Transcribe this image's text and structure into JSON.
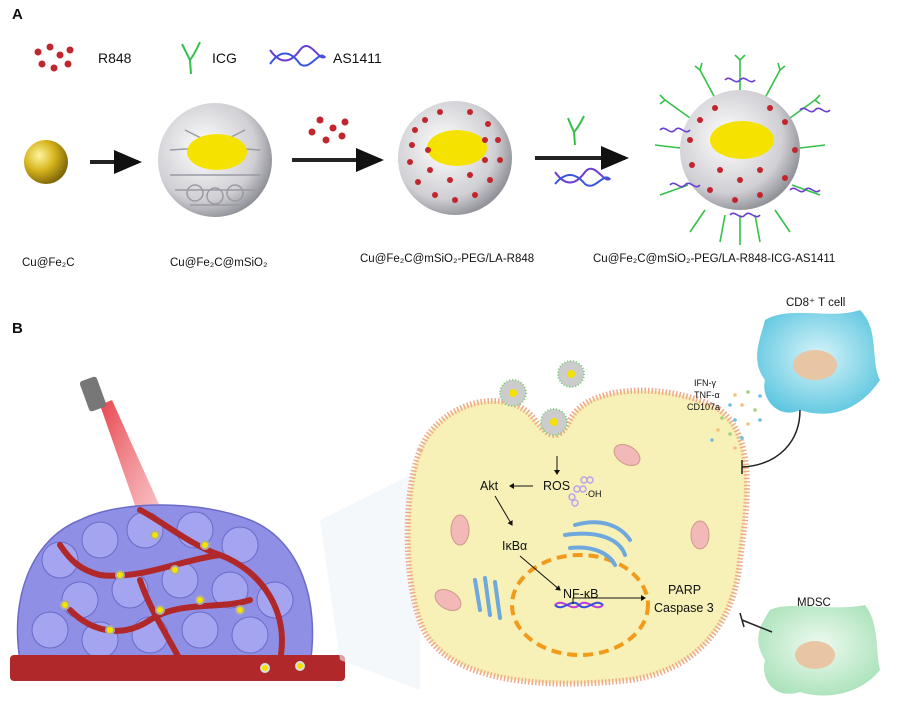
{
  "panel_a": {
    "label": "A",
    "legend": [
      {
        "icon": "red-dots-icon",
        "text": "R848"
      },
      {
        "icon": "green-y-icon",
        "text": "ICG"
      },
      {
        "icon": "dna-helix-icon",
        "text": "AS1411"
      }
    ],
    "stages": [
      "Cu@Fe₂C",
      "Cu@Fe₂C@mSiO₂",
      "Cu@Fe₂C@mSiO₂-PEG/LA-R848",
      "Cu@Fe₂C@mSiO₂-PEG/LA-R848-ICG-AS1411"
    ]
  },
  "panel_b": {
    "label": "B",
    "cd8_label": "CD8⁺ T cell",
    "mdsc_label": "MDSC",
    "cytokines": [
      "IFN-γ",
      "TNF-α",
      "CD107a"
    ],
    "pathway": {
      "akt": "Akt",
      "ros": "ROS",
      "oh": "·OH",
      "ikba": "IκBα",
      "nfkb": "NF-κB",
      "parp": "PARP",
      "caspase": "Caspase 3"
    }
  },
  "colors": {
    "cell_fill": "#f7f1b8",
    "membrane": "#f0a98a",
    "nucleus": "#f29a1a",
    "cd8": "#7fd3e6",
    "mdsc": "#c6ecd0",
    "tumor": "#8f8fe6",
    "vessel": "#b0282a",
    "core": "#f5e200"
  }
}
